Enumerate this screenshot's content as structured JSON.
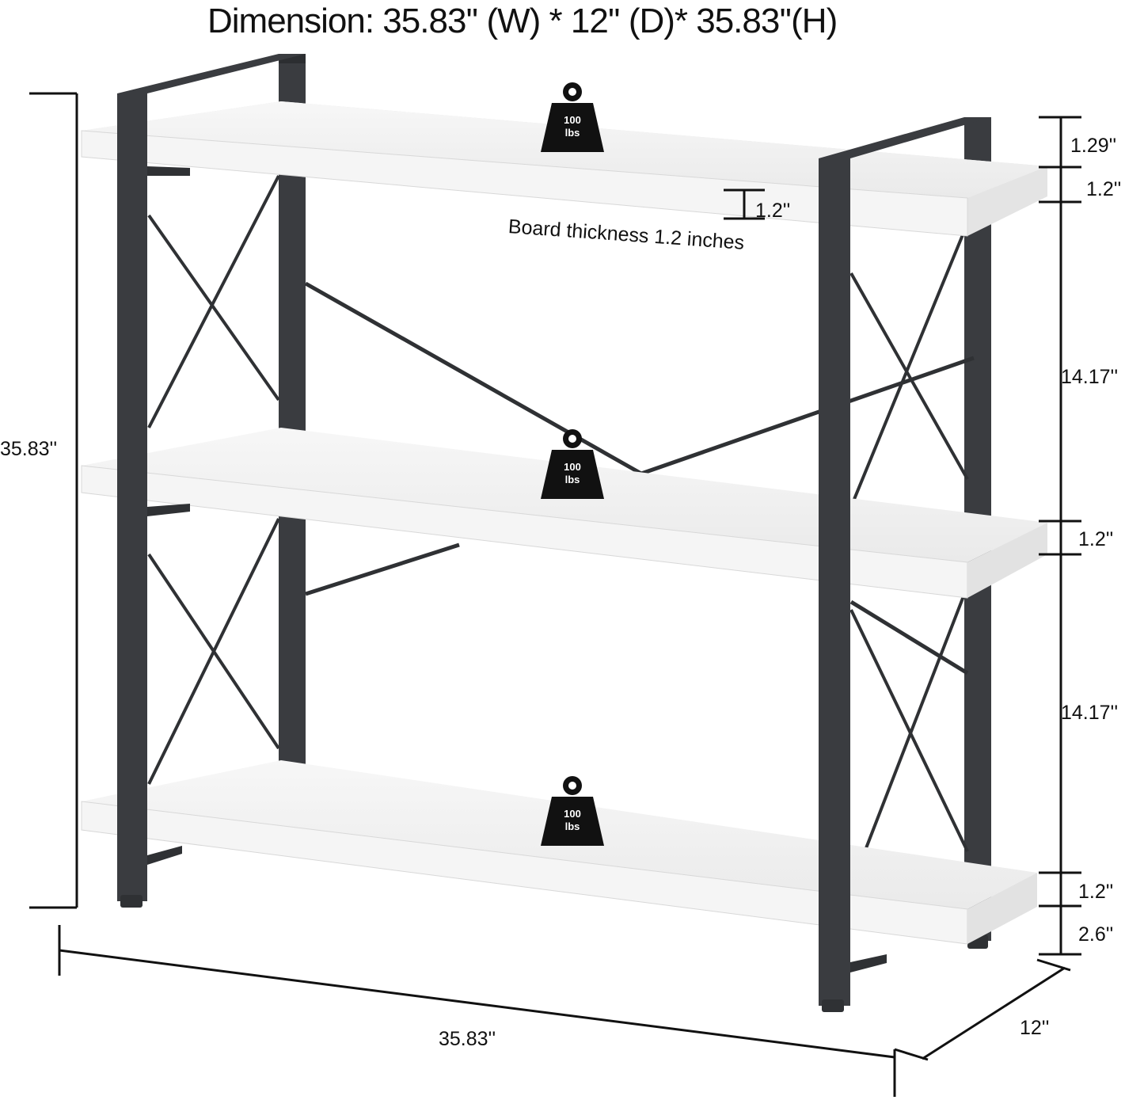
{
  "title": "Dimension: 35.83'' (W) * 12'' (D)* 35.83''(H)",
  "board_note": "Board thickness 1.2 inches",
  "board_callout": "1.2''",
  "dimensions": {
    "height": "35.83''",
    "width": "35.83''",
    "depth": "12''",
    "top_gap": "1.29''",
    "top_board": "1.2''",
    "upper_space": "14.17''",
    "middle_board": "1.2''",
    "lower_space": "14.17''",
    "bottom_board": "1.2''",
    "floor_clearance": "2.6''"
  },
  "weight_badges": [
    {
      "value": "100",
      "unit": "lbs"
    },
    {
      "value": "100",
      "unit": "lbs"
    },
    {
      "value": "100",
      "unit": "lbs"
    }
  ],
  "colors": {
    "frame": "#3a3c40",
    "shelf": "#f1f1f1",
    "shelf_edge": "#dcdcdc",
    "dimension_lines": "#111111"
  }
}
